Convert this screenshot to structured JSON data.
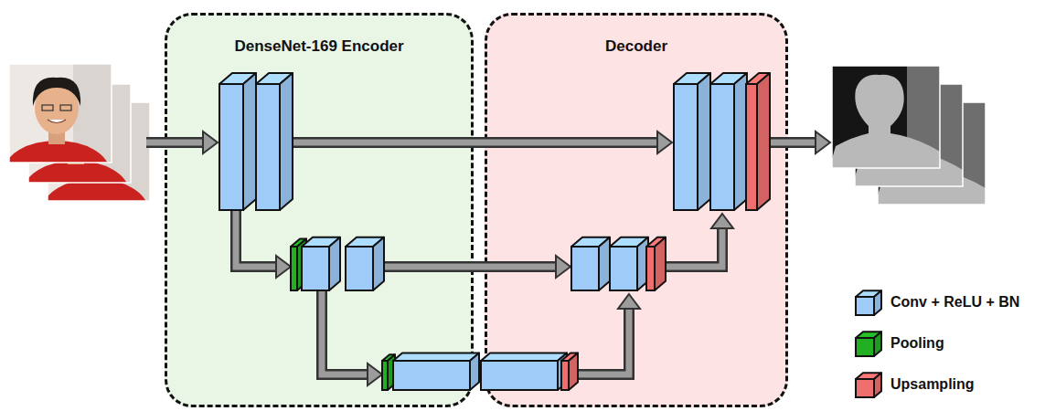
{
  "diagram": {
    "nodes": [
      {
        "text": [
          "DenseNet-169 Encoder"
        ]
      },
      {
        "text": [
          "Decoder"
        ]
      }
    ],
    "legend": [
      {
        "text": "Conv + ReLU + BN",
        "color": "#9ecbf7"
      },
      {
        "text": "Pooling",
        "color": "#22b022"
      },
      {
        "text": "Upsampling",
        "color": "#ef6f6f"
      }
    ]
  }
}
